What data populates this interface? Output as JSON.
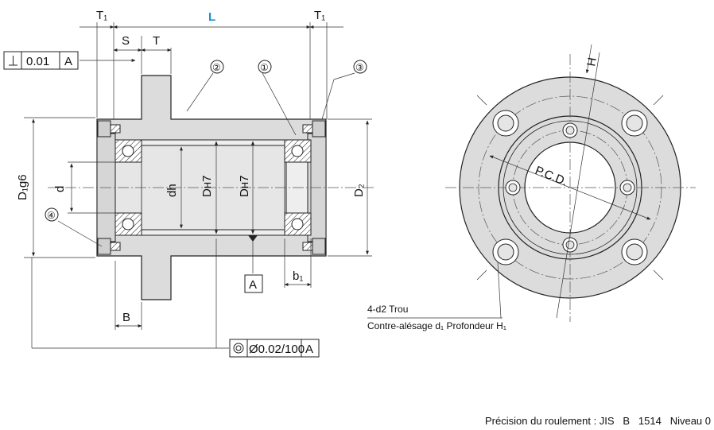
{
  "labels": {
    "T1_left": "T₁",
    "L": "L",
    "T1_right": "T₁",
    "S": "S",
    "T": "T",
    "tol_flat": "0.01",
    "datum_flat": "A",
    "callout_1": "①",
    "callout_2": "②",
    "callout_3": "③",
    "callout_4": "④",
    "D1g6": "D₁g6",
    "d": "d",
    "dh": "dh",
    "DH7_a": "Dʜ7",
    "DH7_b": "Dʜ7",
    "D2": "D₂",
    "datum_A": "A",
    "b1": "b₁",
    "B": "B",
    "tol_conc": "Ø0.02/100",
    "datum_conc": "A",
    "H": "H",
    "PCD": "P.C.D.",
    "hole_note": "4-d2 Trou",
    "cbore_note": "Contre-alésage d₁ Profondeur H₁"
  },
  "colors": {
    "accent": "#1a8fd6"
  },
  "footer": "Précision du roulement : JIS   B   1514   Niveau 0"
}
